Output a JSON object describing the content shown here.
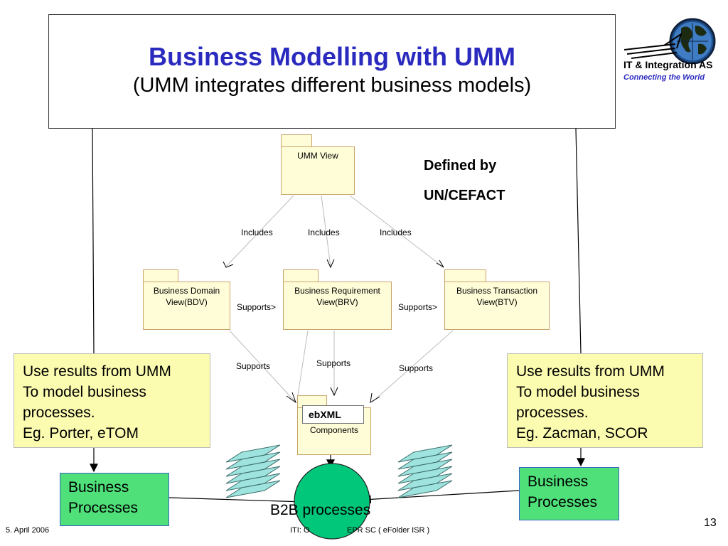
{
  "slide": {
    "title": "Business Modelling with UMM",
    "subtitle": "(UMM integrates different business models)",
    "page_number": "13"
  },
  "logo": {
    "company_name": "IT & Integration AS",
    "tagline": "Connecting the World",
    "icon": "globe-icon"
  },
  "diagram": {
    "umm_view": "UMM View",
    "defined_by": [
      "Defined by",
      "UN/CEFACT"
    ],
    "bdv": [
      "Business Domain",
      "View(BDV)"
    ],
    "brv": [
      "Business Requirement",
      "View(BRV)"
    ],
    "btv": [
      "Business Transaction",
      "View(BTV)"
    ],
    "includes_label": "Includes",
    "supports_arrow_label": "Supports>",
    "supports_label": "Supports",
    "ebxml": "ebXML",
    "components": "Components",
    "b2b_processes": "B2B processes"
  },
  "notes": {
    "left": [
      "Use results from UMM",
      "To model business",
      "processes.",
      "Eg. Porter, eTOM"
    ],
    "right": [
      "Use results from UMM",
      "To model business",
      "processes.",
      "Eg. Zacman, SCOR"
    ]
  },
  "business_processes": [
    "Business",
    "Processes"
  ],
  "footer": {
    "date": "5. April 2006",
    "center_left": "ITI: O",
    "center_right": "EPR SC ( eFolder ISR )"
  },
  "colors": {
    "title": "#2a2abf",
    "folder_fill": "#fffdd8",
    "note_fill": "#fbfcb0",
    "business_box_fill": "#4fe07a",
    "b2b_circle_fill": "#00c77a",
    "stack_fill": "#9fe3df"
  }
}
